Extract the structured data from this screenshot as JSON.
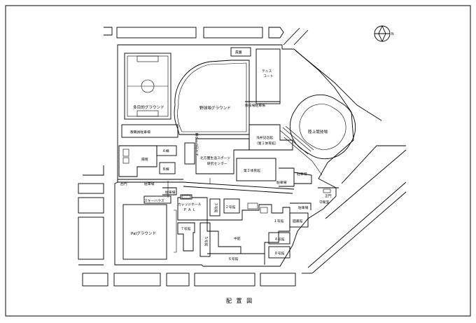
{
  "caption": "配 置 図",
  "north_symbol": "N",
  "labels": {
    "farm": "農園",
    "tennis": "テニスコート",
    "tennis_l1": "テニス",
    "tennis_l2": "コート",
    "multi_ground": "多目的グラウンド",
    "baseball_ground": "野球場グラウンド",
    "track": "陸上競技場",
    "stadium_parking": "競技場駐車場",
    "asai_hall_l1": "浅井記念館",
    "asai_hall_l2": "（第１体育館）",
    "staff_parking": "教職員駐車場",
    "building_a": "Ａ棟",
    "hisame": "陽雨",
    "building_b": "Ｂ棟",
    "tower": "エスカレータ棟",
    "sports_center_l1": "北方圏生涯スポーツ",
    "sports_center_l2": "研究センター",
    "gym2": "第２体育館",
    "parking": "駐車場",
    "west_gate": "西門",
    "ski_house": "スキーハウス",
    "college_hall": "カレッジホール",
    "pal": "Ｐ Ａ Ｌ",
    "building_3": "３号館",
    "building_2": "２号館",
    "building_1": "１号館",
    "library": "図書館",
    "main_gate": "正門",
    "guard": "守衛室",
    "pal_ground": "Palグラウンド",
    "building_7": "７号館",
    "building_5": "５号館",
    "courtyard": "中庭",
    "building_4": "４号館",
    "building_8": "８号館",
    "building_6": "６号館"
  }
}
